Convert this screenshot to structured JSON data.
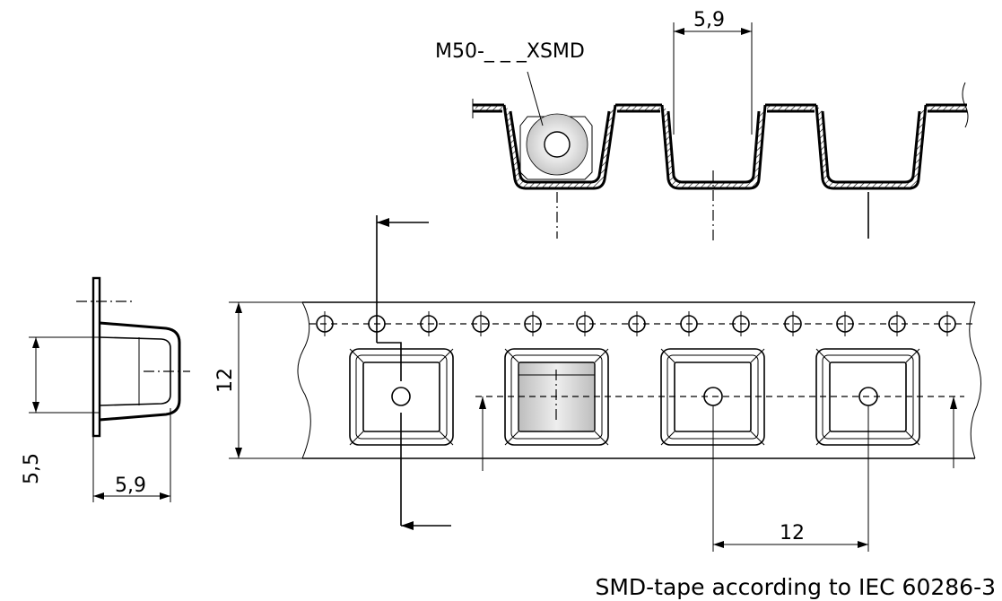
{
  "labels": {
    "part_number": "M50-_ _ _XSMD",
    "dim_pocket_pitch_top": "5,9",
    "dim_side_width": "5,9",
    "dim_side_height": "5,5",
    "dim_tape_width": "12",
    "dim_pitch_bottom": "12",
    "caption": "SMD-tape according to IEC 60286-3"
  }
}
